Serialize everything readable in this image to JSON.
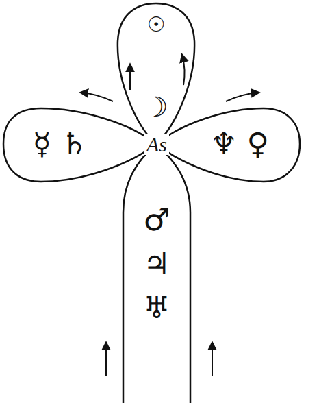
{
  "diagram": {
    "nodes": [
      {
        "text": [
          "☉",
          "☽"
        ]
      },
      {
        "text": [
          "☿ ♄"
        ]
      },
      {
        "text": [
          "♆ ♀"
        ]
      },
      {
        "text": [
          "♂ ♃ ♅"
        ]
      }
    ],
    "labels": [
      "As"
    ]
  }
}
